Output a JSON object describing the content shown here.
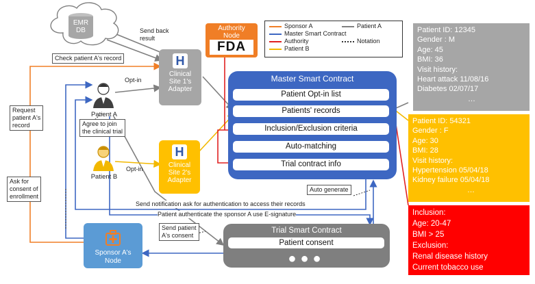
{
  "nodes": {
    "emr": {
      "line1": "EMR",
      "line2": "DB"
    },
    "authority": {
      "title_line1": "Authority",
      "title_line2": "Node",
      "logo_text": "FDA"
    },
    "clinical_site_1": {
      "line1": "Clinical",
      "line2": "Site 1's",
      "line3": "Adapter"
    },
    "clinical_site_2": {
      "line1": "Clinical",
      "line2": "Site 2's",
      "line3": "Adapter"
    },
    "patient_a": "Patient A",
    "patient_b": "Patient B",
    "sponsor": {
      "line1": "Sponsor A's",
      "line2": "Node"
    }
  },
  "legend": [
    {
      "label": "Sponsor A",
      "color": "#f07e26",
      "style": "solid"
    },
    {
      "label": "Patient A",
      "color": "#7f7f7f",
      "style": "solid"
    },
    {
      "label": "Master Smart Contract",
      "color": "#3d67c2",
      "style": "solid"
    },
    {
      "label": "Authority",
      "color": "#e02020",
      "style": "solid"
    },
    {
      "label": "Notation",
      "color": "#333333",
      "style": "dotted"
    },
    {
      "label": "Patient B",
      "color": "#f2b800",
      "style": "solid"
    }
  ],
  "master_contract": {
    "title": "Master Smart Contract",
    "items": [
      "Patient Opt-in list",
      "Patients' records",
      "Inclusion/Exclusion criteria",
      "Auto-matching",
      "Trial contract info"
    ]
  },
  "trial_contract": {
    "title": "Trial Smart Contract",
    "item": "Patient consent",
    "dots": "●●●"
  },
  "patient_a_card": [
    "Patient ID: 12345",
    "Gender : M",
    "Age: 45",
    "BMI: 36",
    "Visit history:",
    "Heart attack  11/08/16",
    "Diabetes       02/07/17",
    "…"
  ],
  "patient_b_card": [
    "Patient ID: 54321",
    "Gender : F",
    "Age: 30",
    "BMI: 28",
    "Visit history:",
    "Hypertension  05/04/18",
    "Kidney failure  05/04/18",
    "…"
  ],
  "criteria_card": [
    "Inclusion:",
    "Age: 20-47",
    "BMI > 25",
    "Exclusion:",
    "Renal disease history",
    "Current tobacco use"
  ],
  "labels": {
    "send_back": "Send back\nresult",
    "check_record": "Check patient A's record",
    "opt_in_a": "Opt-in",
    "opt_in_b": "Opt-in",
    "request_record": "Request\npatient A's\nrecord",
    "agree_join": "Agree to join\nthe clinical trial",
    "ask_consent": "Ask for\nconsent of\nenrollment",
    "auto_generate": "Auto generate",
    "send_notification": "Send notification ask for authentication to access their records",
    "patient_authenticate": "Patient authenticate the sponsor A use E-signature",
    "send_consent": "Send patient\nA's consent"
  },
  "colors": {
    "orange": "#f07e26",
    "blue": "#3d67c2",
    "gray": "#7f7f7f",
    "yellow": "#f2b800",
    "red": "#e02020",
    "card_gray": "#a6a6a6",
    "card_yellow": "#ffc000",
    "card_red": "#ff0000"
  }
}
